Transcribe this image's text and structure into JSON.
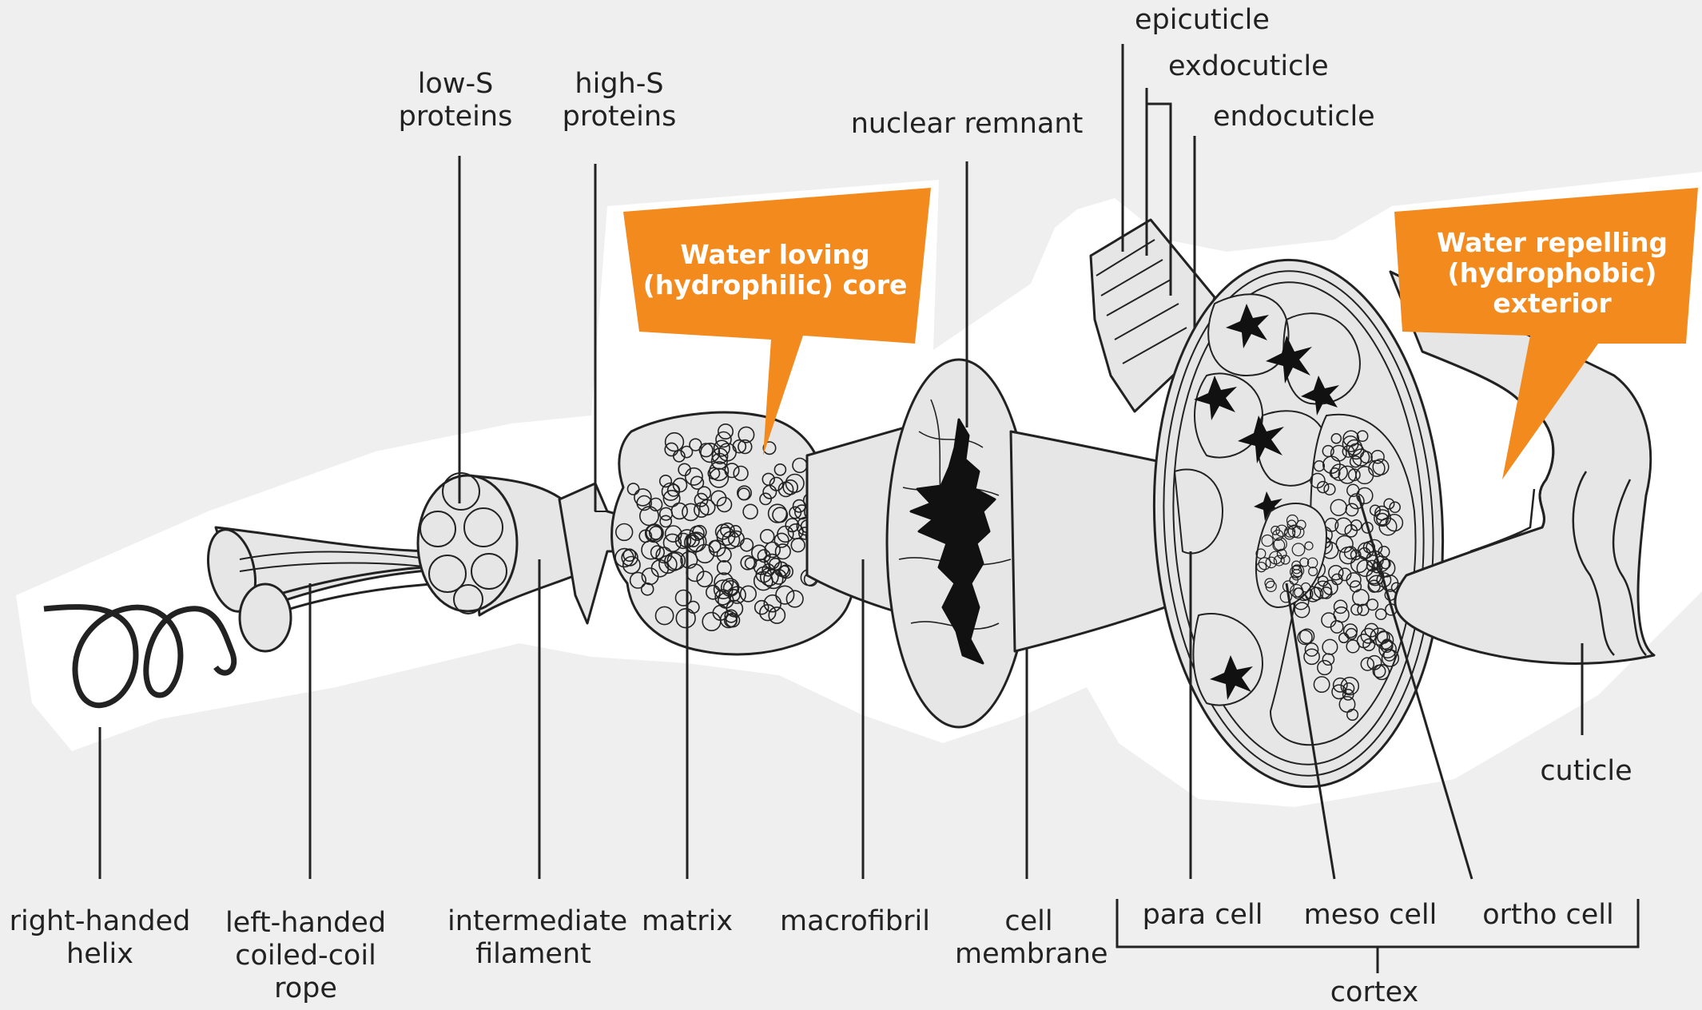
{
  "colors": {
    "background": "#efefef",
    "halo": "#ffffff",
    "fill": "#e6e6e6",
    "stroke": "#222222",
    "accent": "#f28a1e",
    "callout_text": "#ffffff"
  },
  "labels": {
    "low_s": "low-S\nproteins",
    "high_s": "high-S\nproteins",
    "nuclear_remnant": "nuclear remnant",
    "epicuticle": "epicuticle",
    "exocuticle": "exdocuticle",
    "endocuticle": "endocuticle",
    "right_helix": "right-handed\nhelix",
    "left_rope": "left-handed\ncoiled-coil rope",
    "intermediate_filament": "intermediate\nfilament",
    "matrix": "matrix",
    "macrofibril": "macrofibril",
    "cell_membrane": "cell\nmembrane",
    "para_cell": "para cell",
    "meso_cell": "meso cell",
    "ortho_cell": "ortho cell",
    "cortex": "cortex",
    "cuticle": "cuticle"
  },
  "callouts": {
    "hydrophilic": "Water loving\n(hydrophilic) core",
    "hydrophobic": "Water repelling\n(hydrophobic)\nexterior"
  }
}
